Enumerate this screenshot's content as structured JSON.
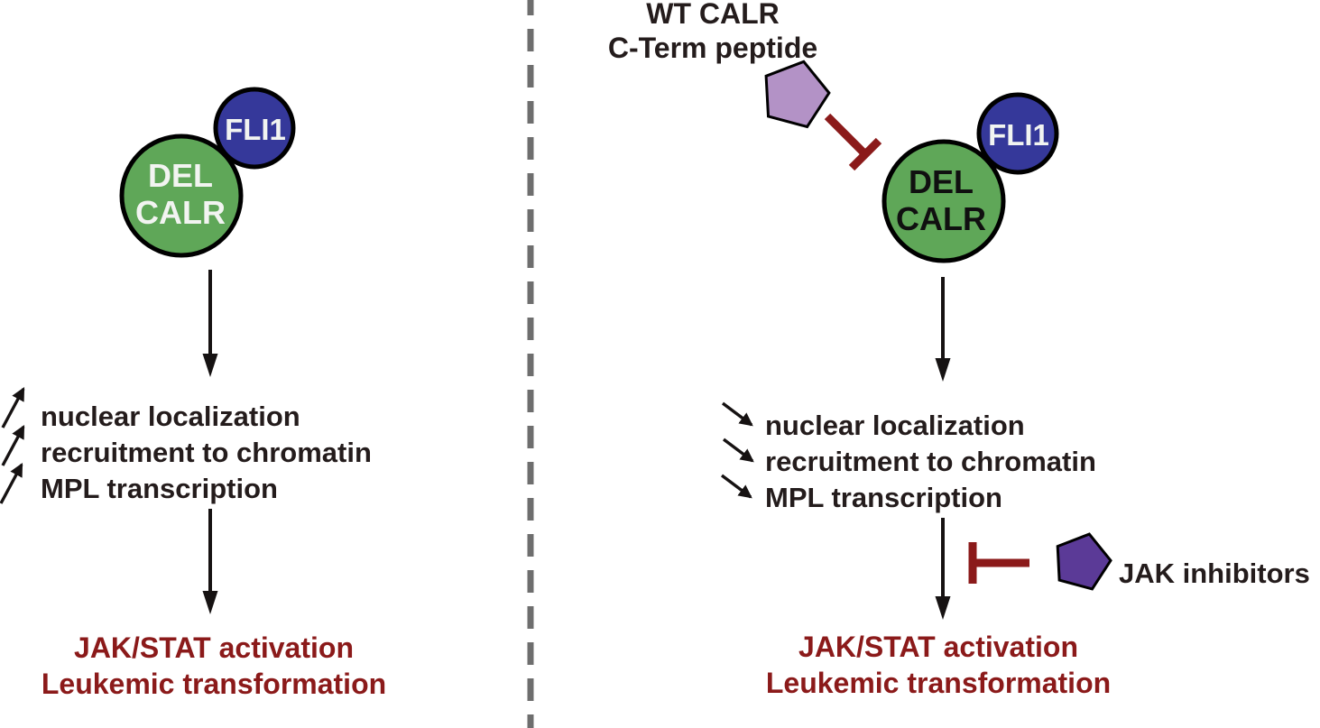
{
  "colors": {
    "green": "#5fa758",
    "blue": "#35389a",
    "dark_red": "#8b1a1a",
    "light_purple": "#b392c6",
    "dark_purple": "#5b3a97",
    "divider_gray": "#6e6e6e",
    "ink_black": "#161212",
    "circle_text_left": "#f2f4f1",
    "circle_text_right": "#101010",
    "partner_text": "#f2f4f1"
  },
  "left_panel": {
    "complex": {
      "protein_line1": "DEL",
      "protein_line2": "CALR",
      "partner": "FLI1"
    },
    "effects": {
      "direction_icon": "up-right-arrow",
      "items": [
        "nuclear localization",
        "recruitment to chromatin",
        "MPL transcription"
      ]
    },
    "outcome": [
      "JAK/STAT activation",
      "Leukemic transformation"
    ]
  },
  "right_panel": {
    "peptide": {
      "label_line1": "WT CALR",
      "label_line2": "C-Term peptide",
      "icon": "pentagon"
    },
    "complex": {
      "protein_line1": "DEL",
      "protein_line2": "CALR",
      "partner": "FLI1"
    },
    "effects": {
      "direction_icon": "down-right-arrow",
      "items": [
        "nuclear localization",
        "recruitment to chromatin",
        "MPL transcription"
      ]
    },
    "jak_inhibitors": {
      "label": "JAK inhibitors",
      "icon": "pentagon"
    },
    "outcome": [
      "JAK/STAT activation",
      "Leukemic transformation"
    ]
  }
}
